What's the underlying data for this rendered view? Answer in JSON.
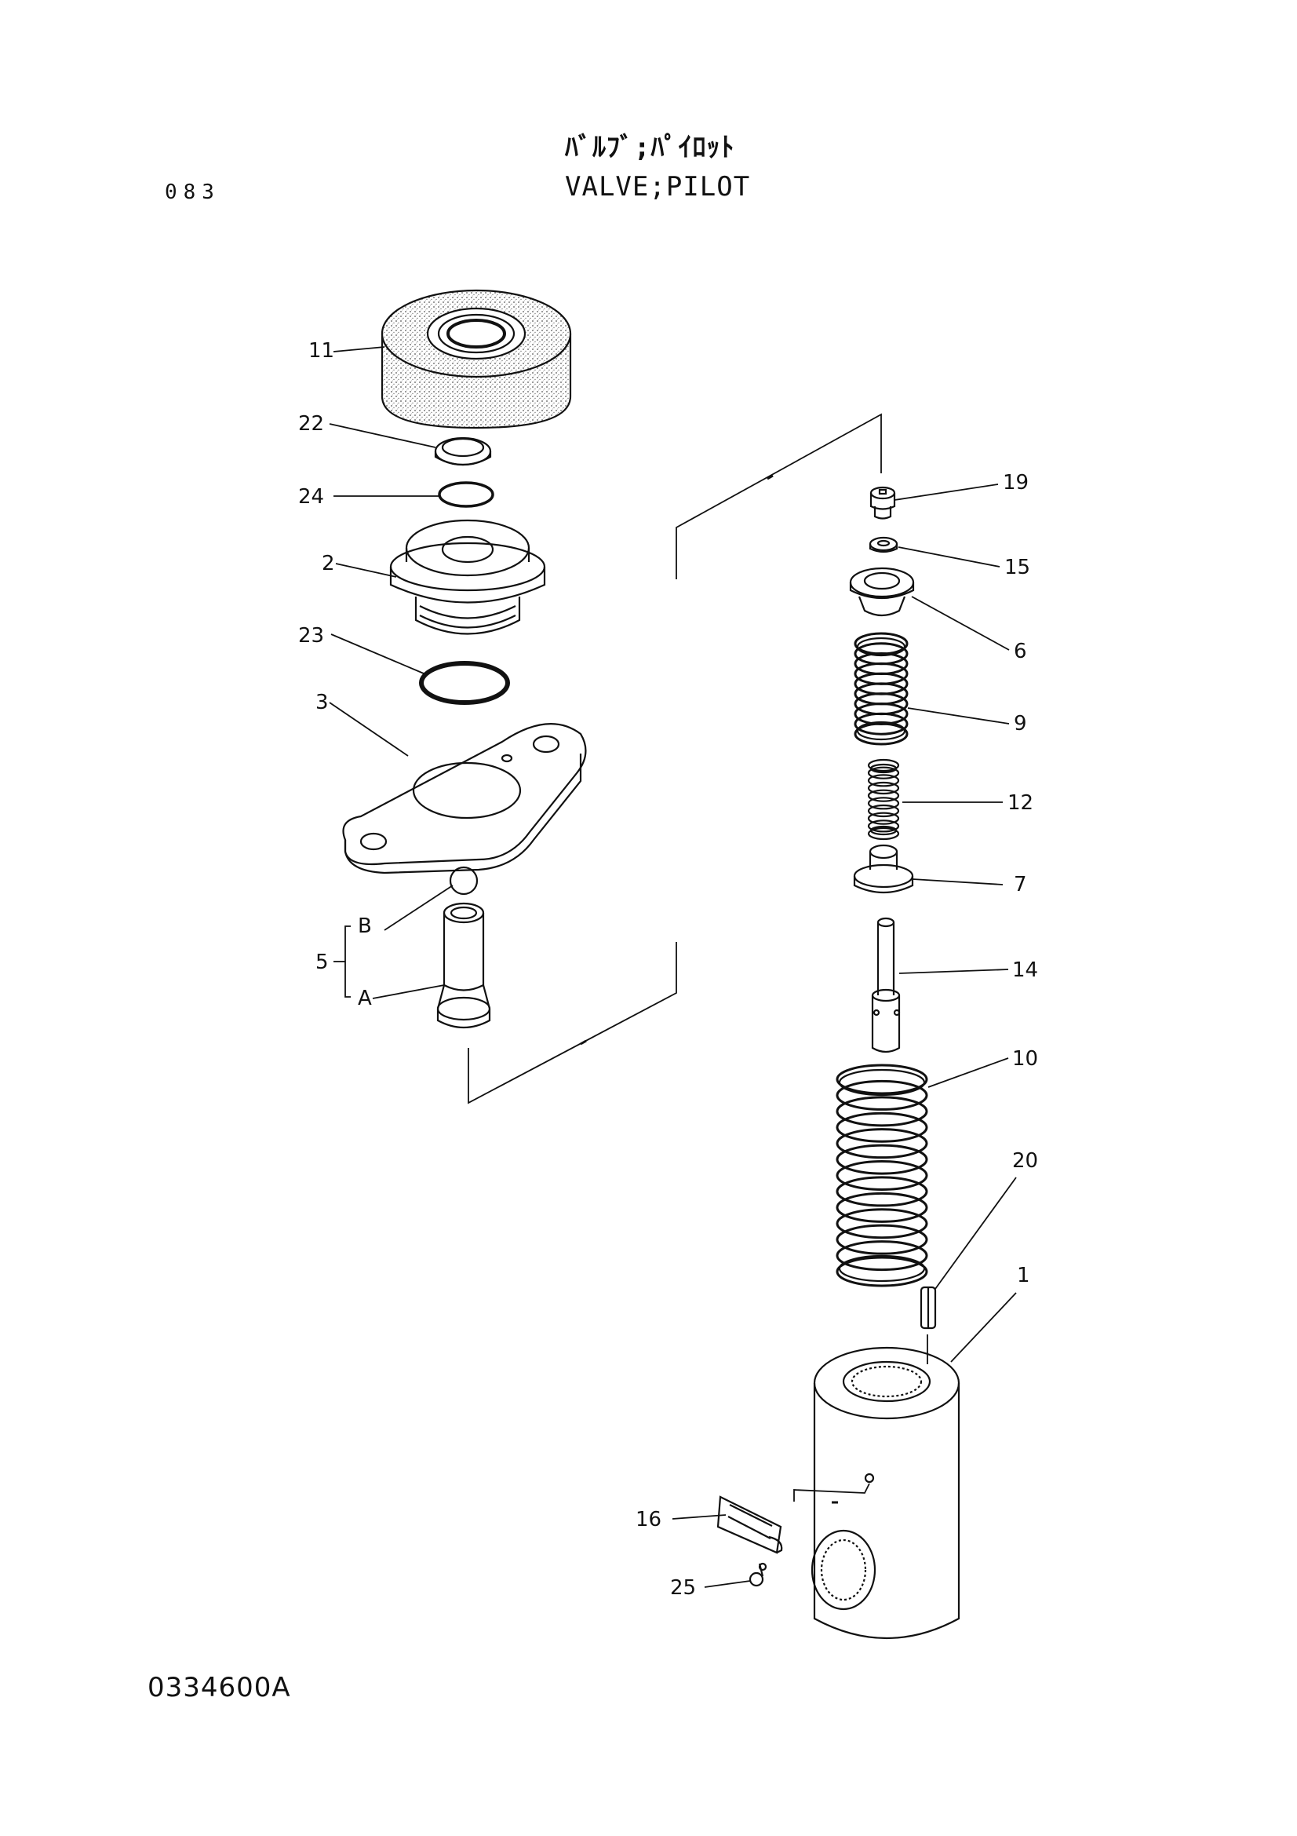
{
  "header": {
    "title_jp": "ﾊﾞﾙﾌﾞ;ﾊﾟｲﾛｯﾄ",
    "title_en": "VALVE;PILOT",
    "page_number": "083"
  },
  "footer": {
    "figure_number": "0334600A"
  },
  "callouts": {
    "p11": "11",
    "p22": "22",
    "p24": "24",
    "p2": "2",
    "p23": "23",
    "p3": "3",
    "pB": "B",
    "p5": "5",
    "pA": "A",
    "p19": "19",
    "p15": "15",
    "p6": "6",
    "p9": "9",
    "p12": "12",
    "p7": "7",
    "p14": "14",
    "p10": "10",
    "p20": "20",
    "p1": "1",
    "p16": "16",
    "p25": "25"
  }
}
